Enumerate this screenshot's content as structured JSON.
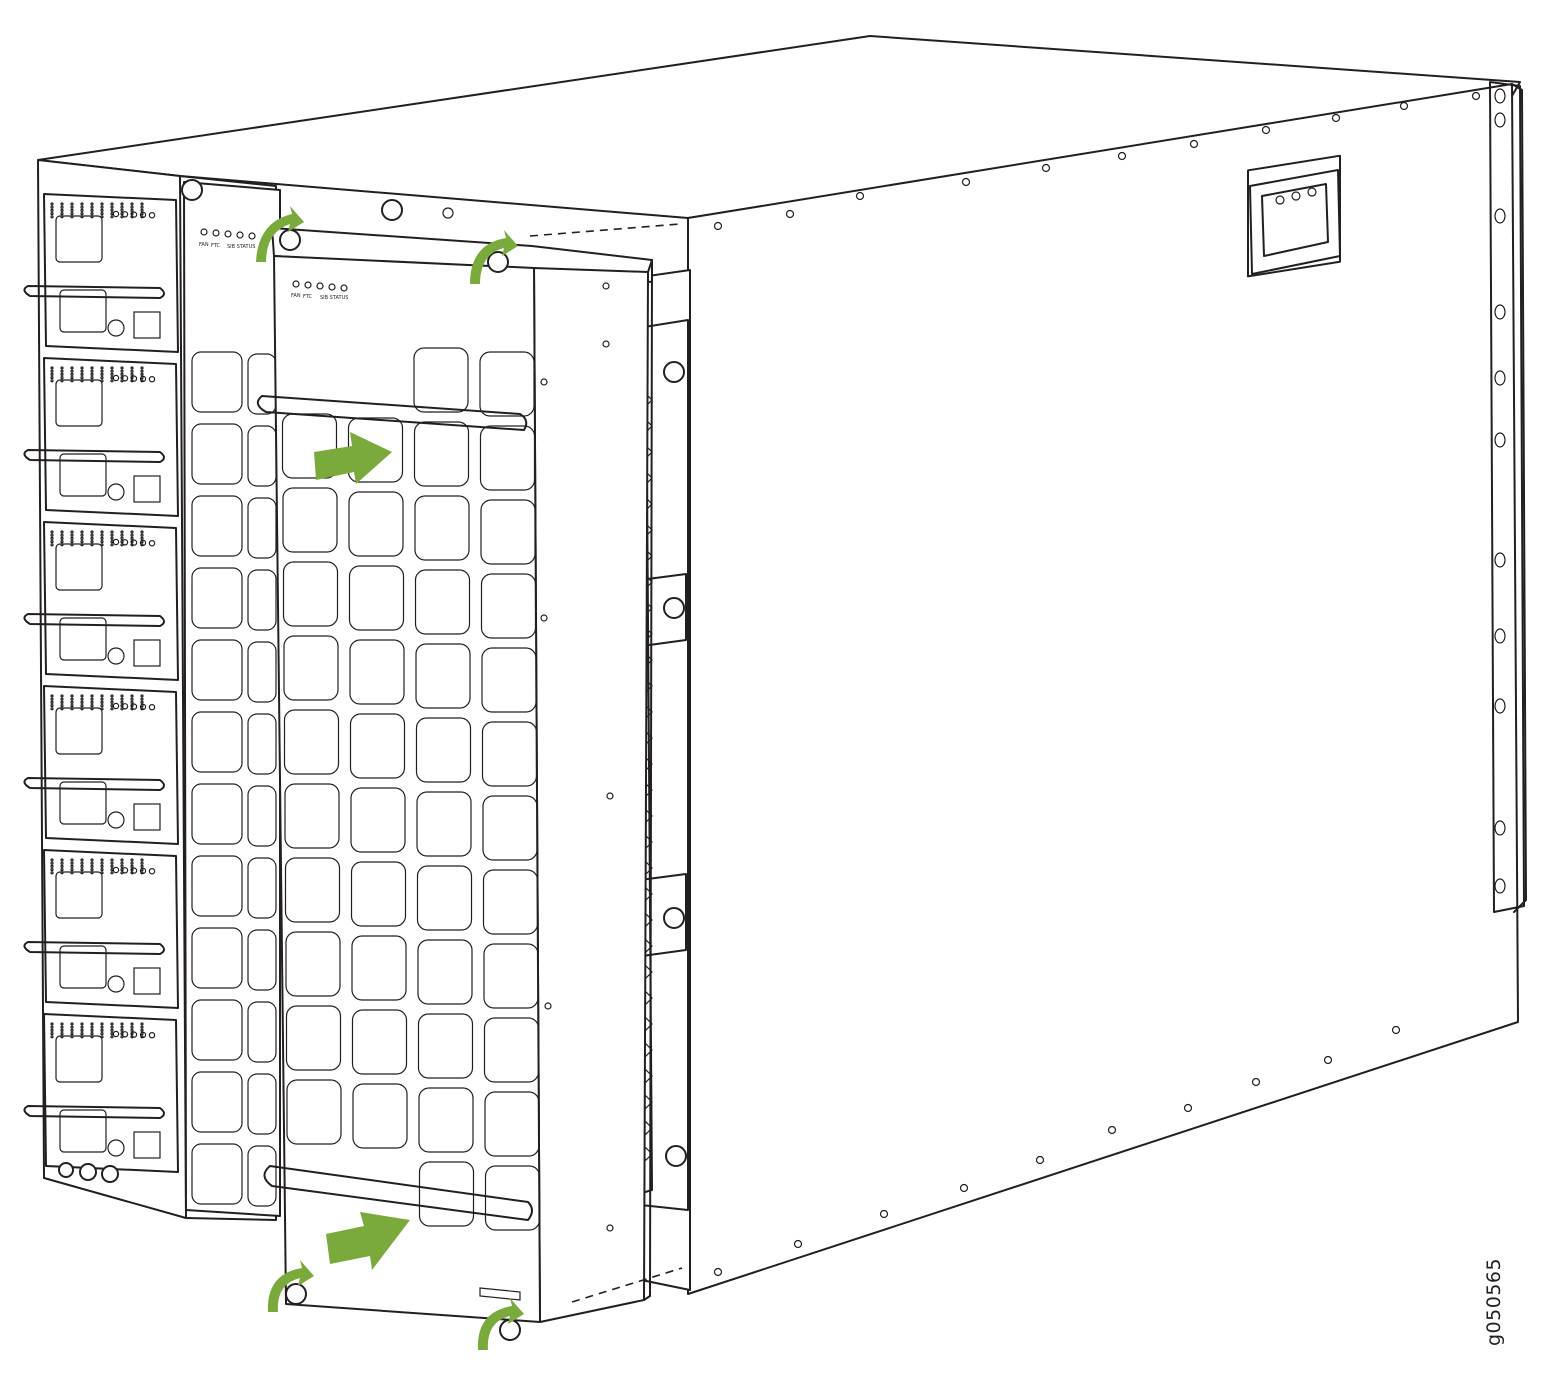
{
  "figure_id": "g050565",
  "led_labels": {
    "fan": "FAN",
    "ftc": "FTC",
    "sib_status": "SIB STATUS"
  },
  "colors": {
    "line": "#231f20",
    "accent_green": "#7aaa3c",
    "background": "#ffffff"
  },
  "icons": {
    "install_arrow": "arrow-right-icon",
    "captive_screw_rotate": "rotate-clockwise-icon"
  }
}
